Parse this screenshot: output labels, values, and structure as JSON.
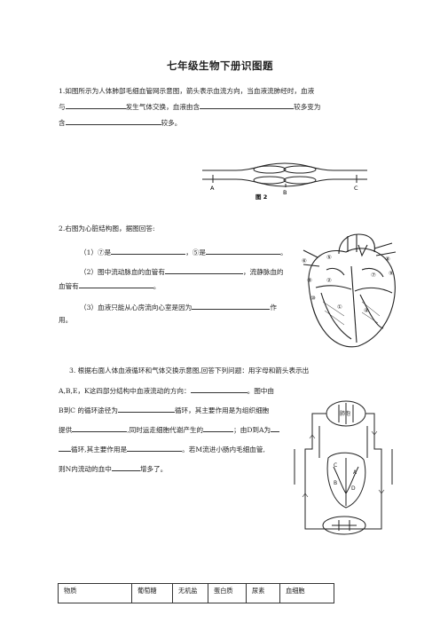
{
  "title": "七年级生物下册识图题",
  "q1": {
    "line1": "1.如图所示为人体肺部毛细血管网示意图，箭头表示血流方向，当血液流肺经时，血液",
    "line2a": "与",
    "line2b": "发生气体交换，血液由含",
    "line2c": "较多变为",
    "line3a": "含",
    "line3b": "较多。",
    "fig_labels": [
      "A",
      "B",
      "C"
    ],
    "fig_caption": "图 2"
  },
  "q2": {
    "intro": "2.右图为心脏结构图，据图回答:",
    "s1a": "（1）⑦是",
    "s1b": "，⑤是",
    "s1c": "。",
    "s2a": "（2）图中流动脉血的血管有",
    "s2b": "，流静脉血的",
    "s2c": "血管有",
    "s2d": "。",
    "s3a": "（3）血液只能从心房流向心室是因为",
    "s3b": "作",
    "s3c": "用。",
    "fig_labels": [
      "①",
      "②",
      "③",
      "④",
      "⑤",
      "⑥",
      "⑦",
      "⑧",
      "⑨",
      "⑩"
    ]
  },
  "q3": {
    "l1": "3.   根据右面人体血液循环和气体交换示意图,回答下列问题：用字母和箭头表示出",
    "l2a": "A,B,E，K这四部分结构中血液流动的方向：",
    "l2b": "。图中由",
    "l3": "B到C 的循环途径为",
    "l3b": "循环，其主要作用是为组织细胞",
    "l4a": "提供",
    "l4b": ",同时运走细胞代谢产生的",
    "l4c": "；由D到A为",
    "l5a": "循环,其主要作用是",
    "l5b": "。若M流进小肠内毛细血管,",
    "l6a": "则N内流动的血中",
    "l6b": "增多了。",
    "fig_labels": [
      "肺泡",
      "A",
      "B",
      "C",
      "D"
    ]
  },
  "table": {
    "cells": [
      "物质",
      "葡萄糖",
      "无机盐",
      "蛋白质",
      "尿素",
      "血细胞"
    ]
  }
}
